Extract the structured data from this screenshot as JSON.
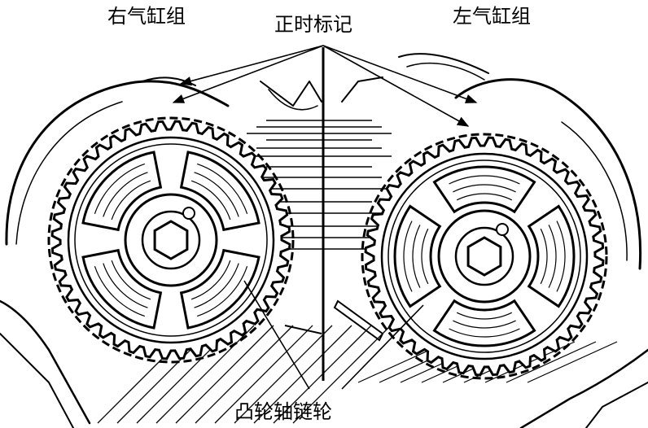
{
  "labels": {
    "right_bank": "右气缸组",
    "timing_marks": "正时标记",
    "left_bank": "左气缸组",
    "camshaft_sprocket": "凸轮轴链轮"
  },
  "colors": {
    "ink": "#000000",
    "paper": "#ffffff"
  }
}
